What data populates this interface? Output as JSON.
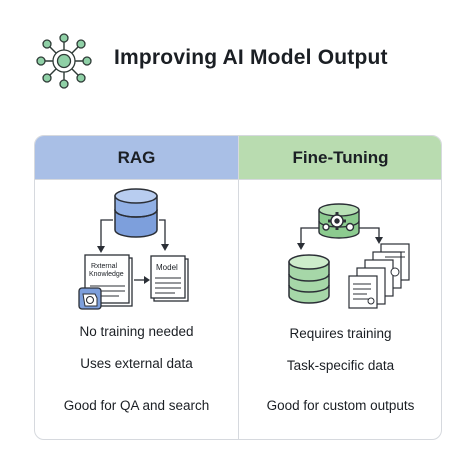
{
  "header": {
    "title": "Improving AI Model Output",
    "logo_icon": "neural-network-icon",
    "logo_color": "#5aa878"
  },
  "columns": [
    {
      "id": "rag",
      "heading": "RAG",
      "heading_bg": "#a9bfe6",
      "accent": "#6d8fd3",
      "illustration": {
        "doc_label_line1": "Rxternal",
        "doc_label_line2": "Knowledge",
        "model_label": "Model"
      },
      "features": [
        "No training needed",
        "Uses external data",
        "Good for QA and search"
      ]
    },
    {
      "id": "fine-tuning",
      "heading": "Fine-Tuning",
      "heading_bg": "#b9dcb0",
      "accent": "#7fbf86",
      "features": [
        "Requires training",
        "Task-specific data",
        "Good for custom outputs"
      ]
    }
  ]
}
